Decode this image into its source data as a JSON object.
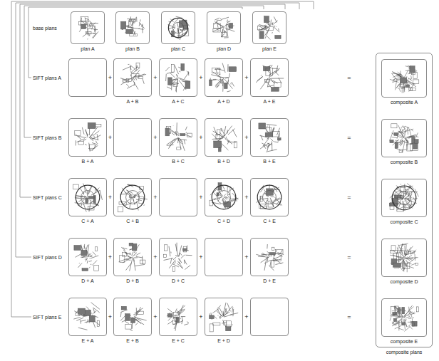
{
  "diagram": {
    "nodes": [
      {
        "text": [
          "plan A"
        ]
      },
      {
        "text": [
          "plan B"
        ]
      },
      {
        "text": [
          "plan C"
        ]
      },
      {
        "text": [
          "plan D"
        ]
      },
      {
        "text": [
          "plan E"
        ]
      },
      {
        "text": [
          "A + B"
        ]
      },
      {
        "text": [
          "A + C"
        ]
      },
      {
        "text": [
          "A + D"
        ]
      },
      {
        "text": [
          "A + E"
        ]
      },
      {
        "text": [
          "B + A"
        ]
      },
      {
        "text": [
          "B + C"
        ]
      },
      {
        "text": [
          "B + D"
        ]
      },
      {
        "text": [
          "B + E"
        ]
      },
      {
        "text": [
          "C + A"
        ]
      },
      {
        "text": [
          "C + B"
        ]
      },
      {
        "text": [
          "C + D"
        ]
      },
      {
        "text": [
          "C + E"
        ]
      },
      {
        "text": [
          "D + A"
        ]
      },
      {
        "text": [
          "D + B"
        ]
      },
      {
        "text": [
          "D + C"
        ]
      },
      {
        "text": [
          "D + E"
        ]
      },
      {
        "text": [
          "E + A"
        ]
      },
      {
        "text": [
          "E + B"
        ]
      },
      {
        "text": [
          "E + C"
        ]
      },
      {
        "text": [
          "E + D"
        ]
      },
      {
        "text": [
          "composite plans"
        ]
      },
      {
        "text": [
          "composite A"
        ],
        "in": 25
      },
      {
        "text": [
          "composite B"
        ],
        "in": 25
      },
      {
        "text": [
          "composite C"
        ],
        "in": 25
      },
      {
        "text": [
          "composite D"
        ],
        "in": 25
      },
      {
        "text": [
          "composite E"
        ],
        "in": 25
      }
    ],
    "labels": [
      "base plans",
      "SIFT plans A",
      "+",
      "+",
      "+",
      "+",
      "=",
      "SIFT plans B",
      "+",
      "+",
      "+",
      "+",
      "=",
      "SIFT plans C",
      "+",
      "+",
      "+",
      "+",
      "=",
      "SIFT plans D",
      "+",
      "+",
      "+",
      "+",
      "=",
      "SIFT plans E",
      "+",
      "+",
      "+",
      "+",
      "="
    ]
  }
}
